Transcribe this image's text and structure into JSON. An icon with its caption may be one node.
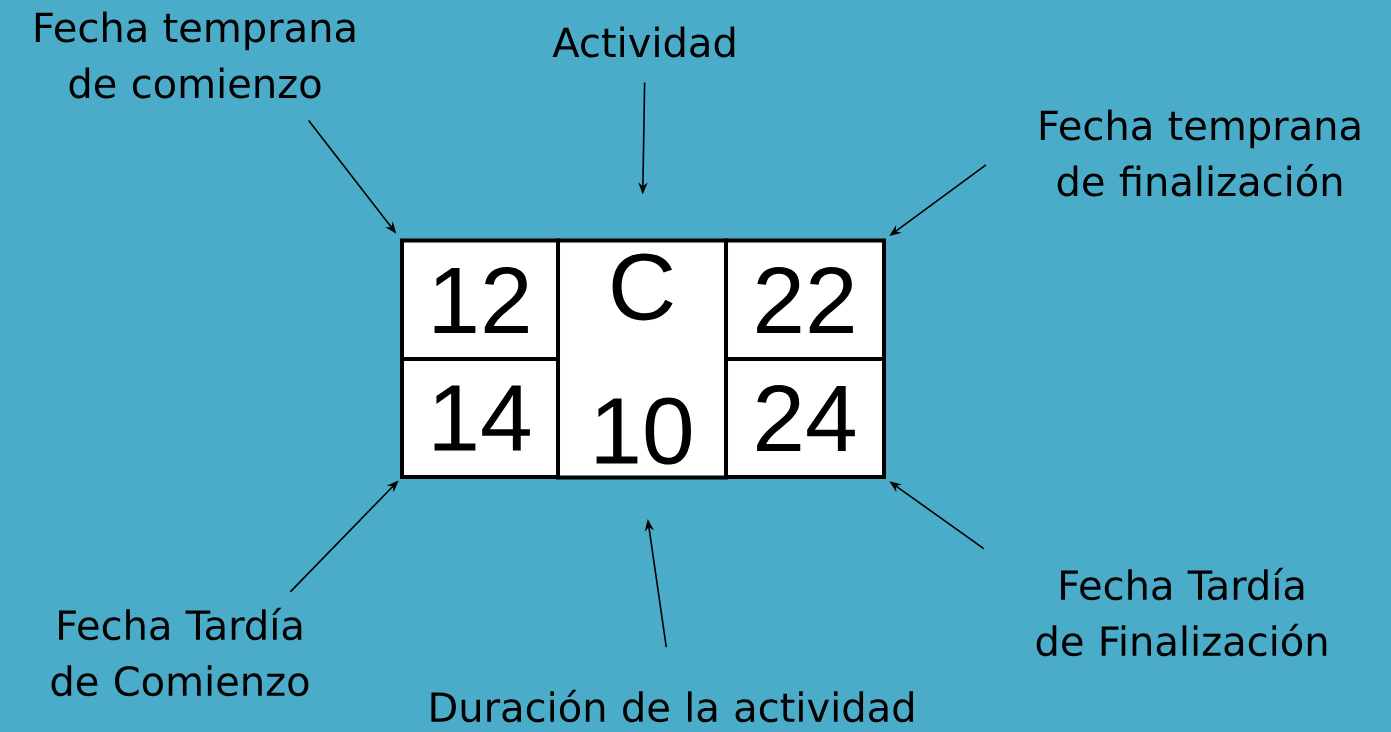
{
  "diagram": {
    "nodes": [
      {
        "text": [
          "Fecha temprana de comienzo"
        ]
      },
      {
        "text": [
          "Actividad"
        ]
      },
      {
        "text": [
          "Fecha temprana de finalización"
        ]
      },
      {
        "text": [
          "12"
        ]
      },
      {
        "text": [
          "C",
          "10"
        ]
      },
      {
        "text": [
          "22"
        ]
      },
      {
        "text": [
          "14"
        ]
      },
      {
        "text": [
          "24"
        ]
      },
      {
        "text": [
          "Fecha Tardía de Comienzo"
        ]
      },
      {
        "text": [
          "Fecha Tardía de Finalización"
        ]
      },
      {
        "text": [
          "Duración de la actividad"
        ]
      }
    ],
    "edges": [
      {
        "from": 0,
        "to": 3,
        "arrow": "to"
      },
      {
        "from": 1,
        "to": 4,
        "arrow": "to"
      },
      {
        "from": 2,
        "to": 5,
        "arrow": "to"
      },
      {
        "from": 8,
        "to": 6,
        "arrow": "to"
      },
      {
        "from": 10,
        "to": 4,
        "arrow": "to"
      },
      {
        "from": 9,
        "to": 7,
        "arrow": "to"
      }
    ]
  }
}
